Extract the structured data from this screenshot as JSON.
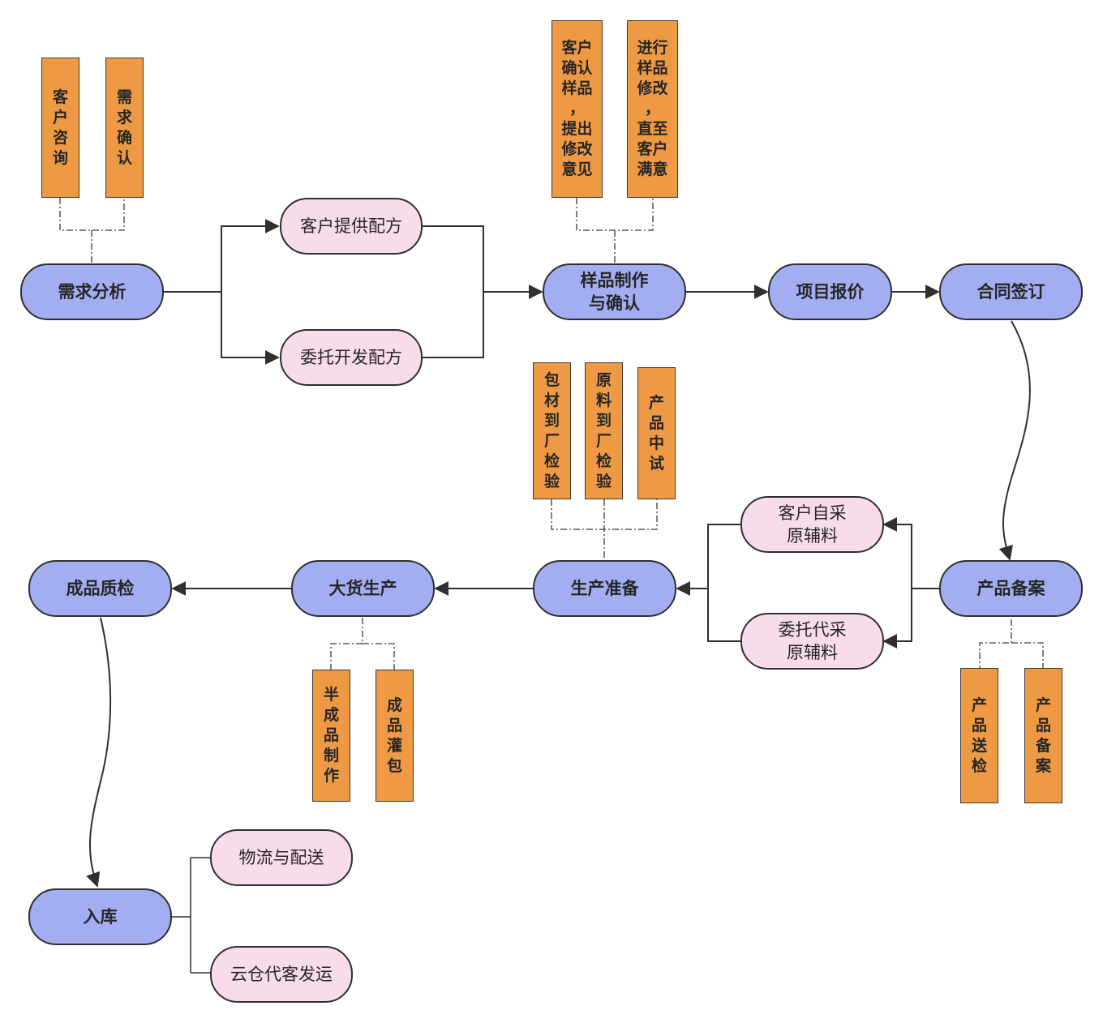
{
  "diagram": {
    "title": "",
    "colors": {
      "main_step_fill": "#a3aef2",
      "option_fill": "#f9dcec",
      "note_fill": "#ee9944",
      "stroke": "#2f2f2f"
    },
    "main_steps": {
      "demand_analysis": "需求分析",
      "sample_making": "样品制作\n与确认",
      "quotation": "项目报价",
      "contract": "合同签订",
      "product_filing": "产品备案",
      "production_prep": "生产准备",
      "mass_production": "大货生产",
      "finished_qc": "成品质检",
      "warehousing": "入库"
    },
    "options": {
      "customer_formula": "客户提供配方",
      "entrusted_formula": "委托开发配方",
      "customer_purchase": "客户自采\n原辅料",
      "entrusted_purchase": "委托代采\n原辅料",
      "logistics": "物流与配送",
      "cloud_warehouse": "云仓代客发运"
    },
    "notes": {
      "customer_consult": "客\n户\n咨\n询",
      "demand_confirm": "需\n求\n确\n认",
      "customer_feedback": "客户\n确认\n样品\n，\n提出\n修改\n意见",
      "sample_revise": "进行\n样品\n修改\n，\n直至\n客户\n满意",
      "packaging_check": "包\n材\n到\n厂\n检\n验",
      "material_check": "原\n料\n到\n厂\n检\n验",
      "pilot_test": "产\n品\n中\n试",
      "product_inspection": "产\n品\n送\n检",
      "product_record": "产\n品\n备\n案",
      "semi_product": "半\n成\n品\n制\n作",
      "filling_packing": "成\n品\n灌\n包"
    },
    "flow": [
      [
        "需求分析",
        "客户提供配方"
      ],
      [
        "需求分析",
        "委托开发配方"
      ],
      [
        "客户提供配方",
        "样品制作与确认"
      ],
      [
        "委托开发配方",
        "样品制作与确认"
      ],
      [
        "样品制作与确认",
        "项目报价"
      ],
      [
        "项目报价",
        "合同签订"
      ],
      [
        "合同签订",
        "产品备案"
      ],
      [
        "产品备案",
        "客户自采原辅料"
      ],
      [
        "产品备案",
        "委托代采原辅料"
      ],
      [
        "客户自采原辅料",
        "生产准备"
      ],
      [
        "委托代采原辅料",
        "生产准备"
      ],
      [
        "生产准备",
        "大货生产"
      ],
      [
        "大货生产",
        "成品质检"
      ],
      [
        "成品质检",
        "入库"
      ],
      [
        "入库",
        "物流与配送"
      ],
      [
        "入库",
        "云仓代客发运"
      ]
    ]
  }
}
